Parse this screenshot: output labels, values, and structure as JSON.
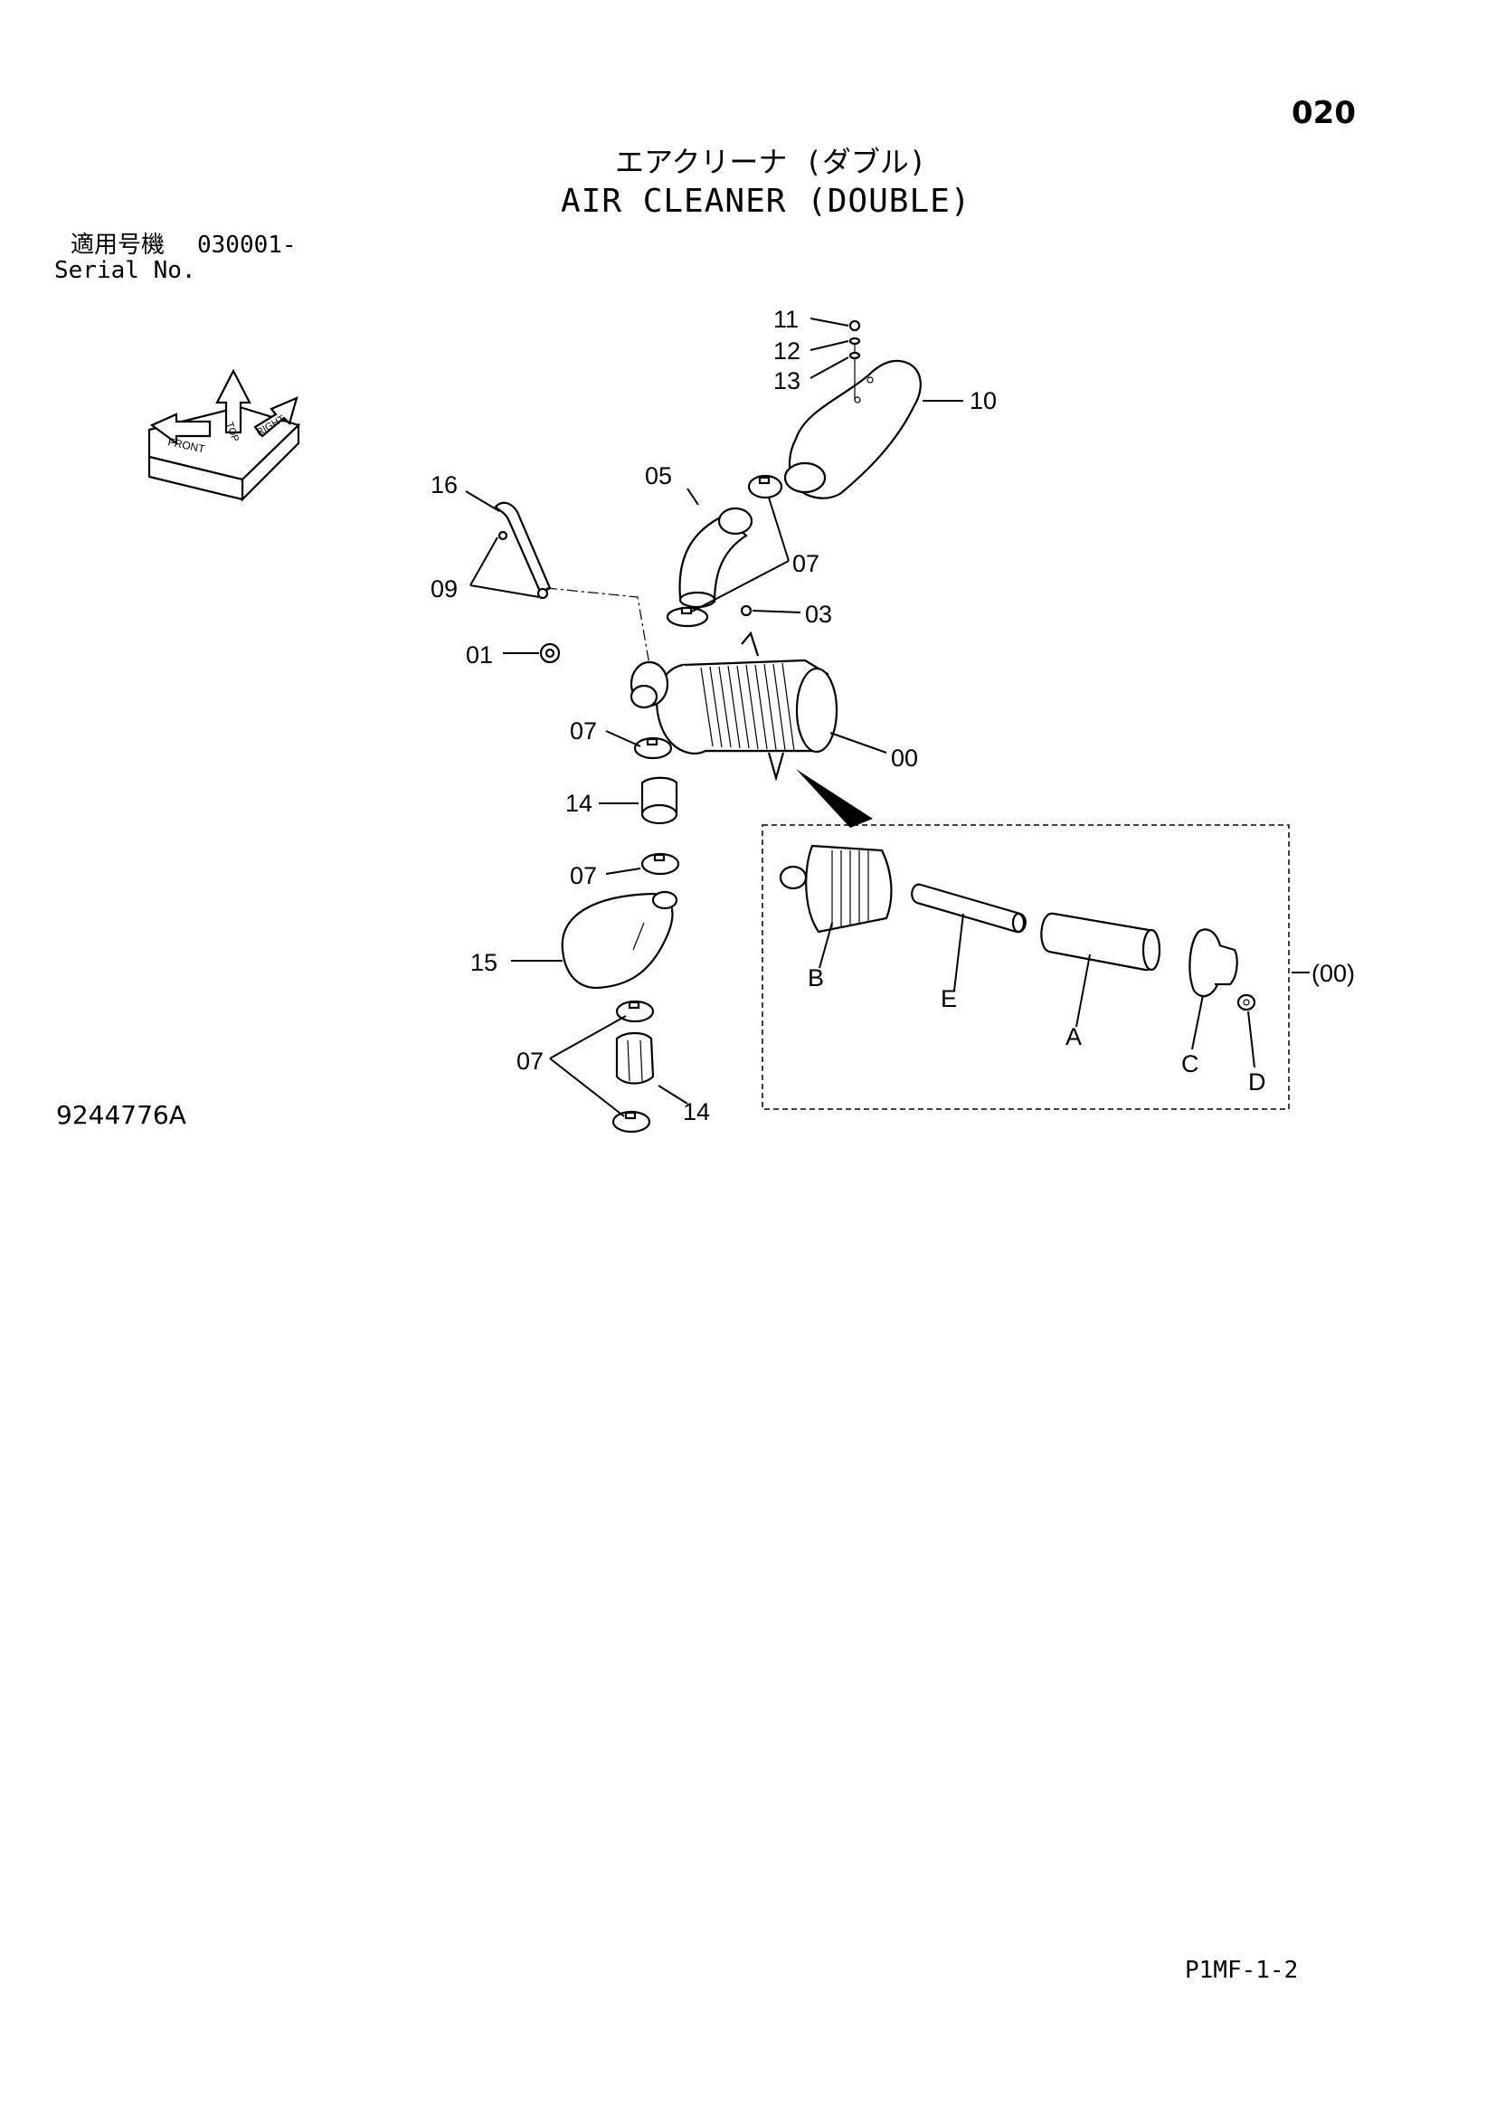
{
  "page_number": "020",
  "title_jp": "エアクリーナ (ダブル)",
  "title_en": "AIR CLEANER (DOUBLE)",
  "serial": {
    "label_jp": "適用号機",
    "value": "030001-",
    "label_en": "Serial No."
  },
  "orientation": {
    "top": "TOP",
    "front": "FRONT",
    "right": "RIGHT"
  },
  "callouts": {
    "c11": "11",
    "c12": "12",
    "c13": "13",
    "c10": "10",
    "c16": "16",
    "c05": "05",
    "c07a": "07",
    "c09": "09",
    "c03": "03",
    "c01": "01",
    "c07b": "07",
    "c00": "00",
    "c14a": "14",
    "c07c": "07",
    "c15": "15",
    "c07d": "07",
    "c14b": "14",
    "kitA": "A",
    "kitB": "B",
    "kitC": "C",
    "kitD": "D",
    "kitE": "E",
    "kit": "(00)"
  },
  "drawing_number": "9244776A",
  "page_code": "P1MF-1-2"
}
